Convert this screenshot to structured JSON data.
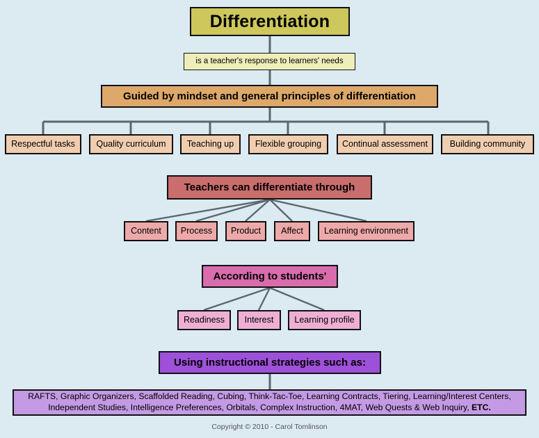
{
  "diagram": {
    "title_box": {
      "label": "Differentiation"
    },
    "definition_box": {
      "label": "is a teacher's response to learners' needs"
    },
    "guided_box": {
      "label": "Guided by mindset and general principles of differentiation"
    },
    "principles": [
      {
        "label": "Respectful tasks"
      },
      {
        "label": "Quality curriculum"
      },
      {
        "label": "Teaching up"
      },
      {
        "label": "Flexible grouping"
      },
      {
        "label": "Continual assessment"
      },
      {
        "label": "Building community"
      }
    ],
    "differentiate_box": {
      "label": "Teachers can differentiate through"
    },
    "elements": [
      {
        "label": "Content"
      },
      {
        "label": "Process"
      },
      {
        "label": "Product"
      },
      {
        "label": "Affect"
      },
      {
        "label": "Learning environment"
      }
    ],
    "according_box": {
      "label": "According to students'"
    },
    "student_traits": [
      {
        "label": "Readiness"
      },
      {
        "label": "Interest"
      },
      {
        "label": "Learning profile"
      }
    ],
    "strategies_box": {
      "label": "Using instructional strategies such as:"
    },
    "strategies_list": {
      "line1": "RAFTS, Graphic Organizers, Scaffolded Reading, Cubing, Think-Tac-Toe, Learning Contracts, Tiering,  Learning/Interest Centers,",
      "line2_prefix": "Independent Studies, Intelligence Preferences, Orbitals, Complex Instruction, 4MAT, Web Quests & Web Inquiry, ",
      "line2_emphasis": "ETC."
    },
    "copyright": "Copyright © 2010 - Carol Tomlinson",
    "colors": {
      "background": "#dceaf2",
      "title": "#cdc75c",
      "definition": "#eeeeba",
      "guided": "#dda869",
      "principle": "#f0cdaf",
      "differentiate": "#c96d6d",
      "element": "#eda9a9",
      "according": "#d86cad",
      "trait": "#eeafd4",
      "strategies_header": "#9d50d8",
      "strategies_list": "#c49ae4",
      "connector": "#5c6670",
      "border": "#111111"
    }
  }
}
